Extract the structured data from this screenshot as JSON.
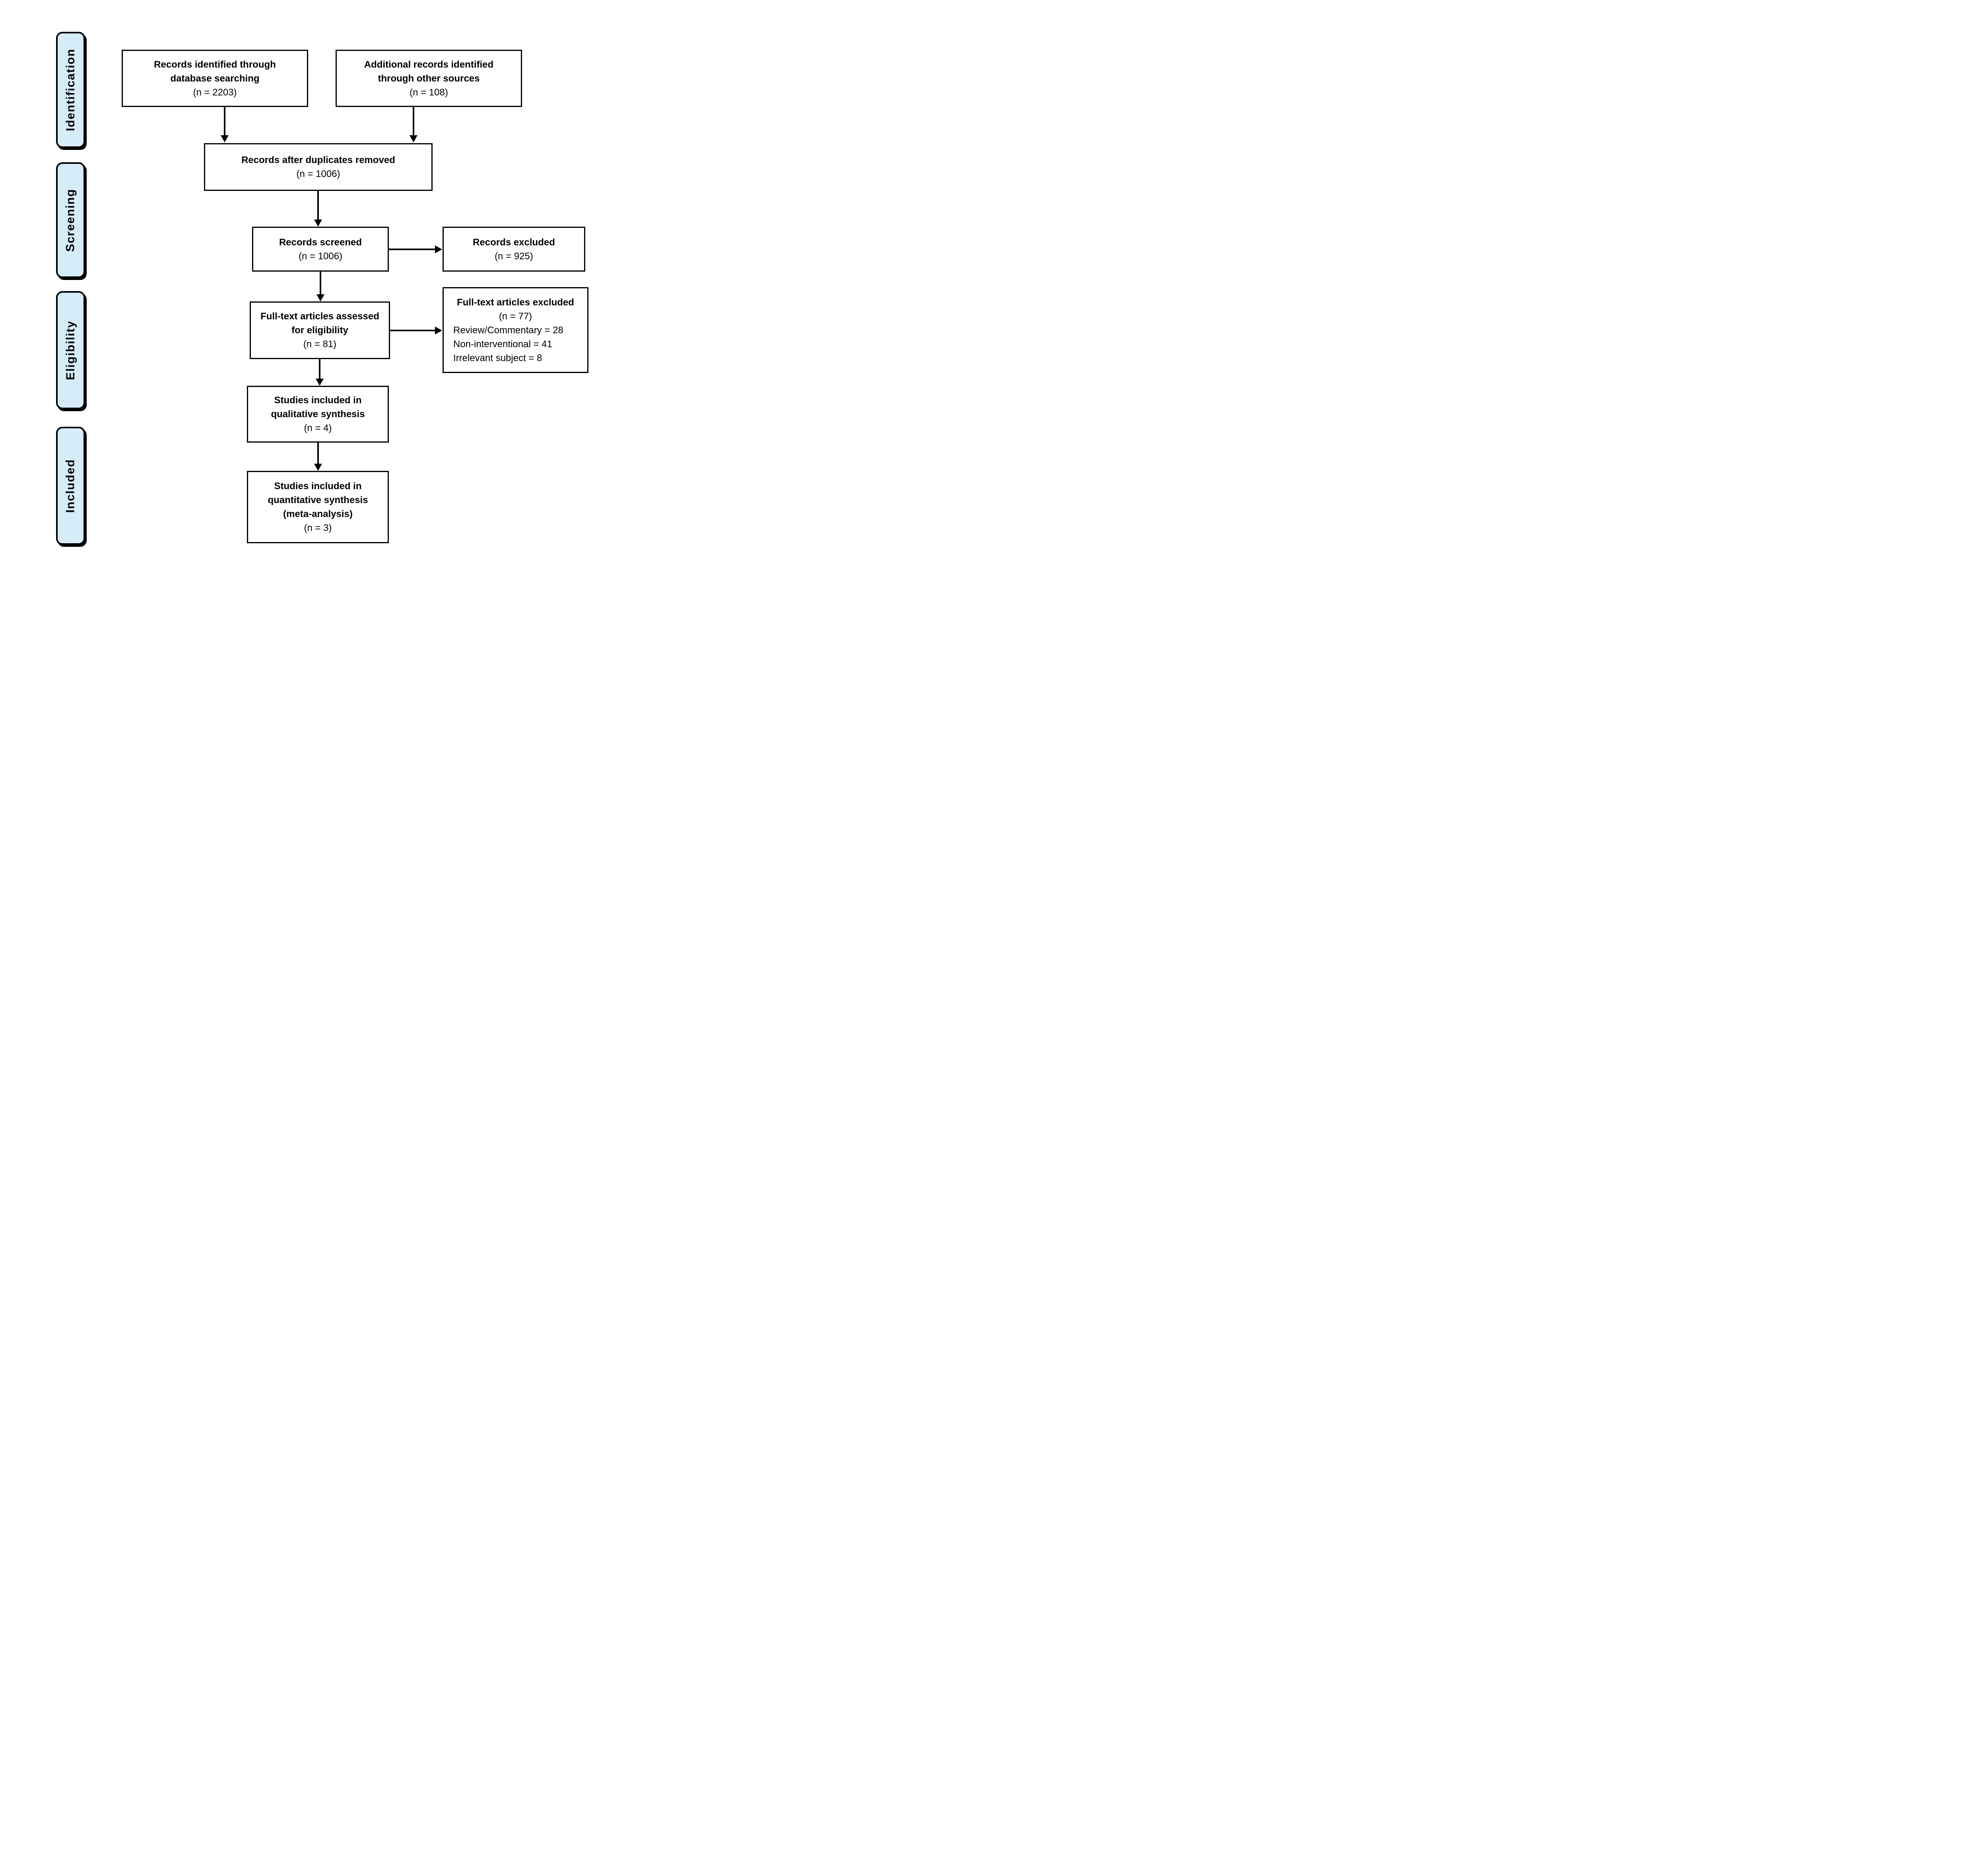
{
  "figure": {
    "kind": "prisma-flow-diagram"
  },
  "colors": {
    "stage_fill": "#d7ecf9",
    "line_color": "#000000",
    "background": "#ffffff"
  },
  "stages": [
    {
      "label": "Identification"
    },
    {
      "label": "Screening"
    },
    {
      "label": "Eligibility"
    },
    {
      "label": "Included"
    }
  ],
  "boxes": {
    "identified": {
      "line1": "Records identified through",
      "line2": "database searching",
      "count": "(n = 2203)"
    },
    "additional": {
      "line1": "Additional records identified",
      "line2": "through other sources",
      "count": "(n = 108)"
    },
    "deduplicated": {
      "line1": "Records after duplicates removed",
      "count": "(n = 1006)"
    },
    "screened": {
      "line1": "Records screened",
      "count": "(n = 1006)"
    },
    "excluded": {
      "line1": "Records excluded",
      "count": "(n = 925)"
    },
    "fulltext_assessed": {
      "line1": "Full-text articles assessed",
      "line2": "for eligibility",
      "count": "(n = 81)"
    },
    "fulltext_excluded": {
      "line1": "Full-text articles excluded",
      "count": "(n = 77)",
      "reasons": [
        "Review/Commentary = 28",
        "Non-interventional = 41",
        "Irrelevant subject = 8"
      ]
    },
    "qualitative": {
      "line1": "Studies included in",
      "line2": "qualitative synthesis",
      "count": "(n = 4)"
    },
    "quantitative": {
      "line1": "Studies included in",
      "line2": "quantitative synthesis",
      "line3": "(meta-analysis)",
      "count": "(n = 3)"
    }
  }
}
